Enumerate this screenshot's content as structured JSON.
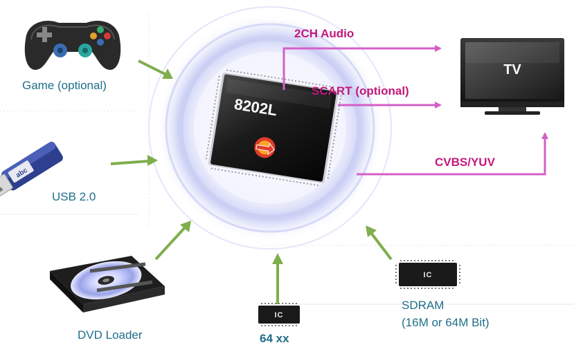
{
  "chip": {
    "label": "8202L",
    "logo_icon": "circle-arrow-logo-icon"
  },
  "inputs": {
    "game": {
      "label": "Game  (optional)",
      "icon": "gamepad-icon"
    },
    "usb": {
      "label": "USB 2.0",
      "icon": "usb-drive-icon",
      "tag": "abc"
    },
    "dvd": {
      "label": "DVD Loader",
      "icon": "dvd-loader-icon"
    },
    "flash": {
      "label": "64 xx",
      "ic_label": "IC"
    },
    "sdram": {
      "label_line1": "SDRAM",
      "label_line2": "(16M or 64M Bit)",
      "ic_label": "IC"
    }
  },
  "outputs": {
    "audio": {
      "label": "2CH Audio"
    },
    "scart": {
      "label": "SCART (optional)"
    },
    "cvbs": {
      "label": "CVBS/YUV"
    }
  },
  "tv": {
    "label": "TV",
    "icon": "television-icon"
  },
  "colors": {
    "output_arrow": "#d45fc8",
    "input_arrow": "#7fae4d",
    "label_teal": "#1f6e8a",
    "label_pink": "#c2187c",
    "ring": "#c9cdf3"
  }
}
